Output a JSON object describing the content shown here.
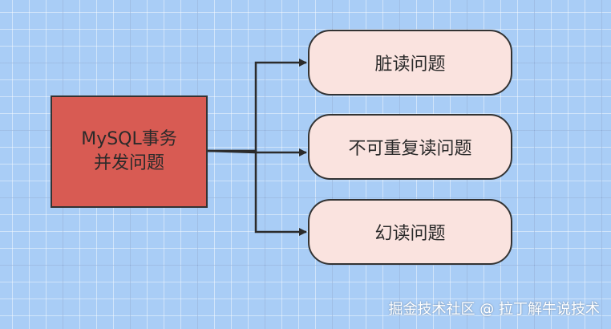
{
  "diagram": {
    "source": {
      "line1": "MySQL事务",
      "line2": "并发问题"
    },
    "targets": [
      {
        "label": "脏读问题"
      },
      {
        "label": "不可重复读问题"
      },
      {
        "label": "幻读问题"
      }
    ]
  },
  "watermark": "掘金技术社区 @ 拉丁解牛说技术",
  "colors": {
    "canvas": "#a9cdf6",
    "source_fill": "#d85b53",
    "target_fill": "#fae3df",
    "stroke": "#333333",
    "edge": "#2b2b2b"
  }
}
